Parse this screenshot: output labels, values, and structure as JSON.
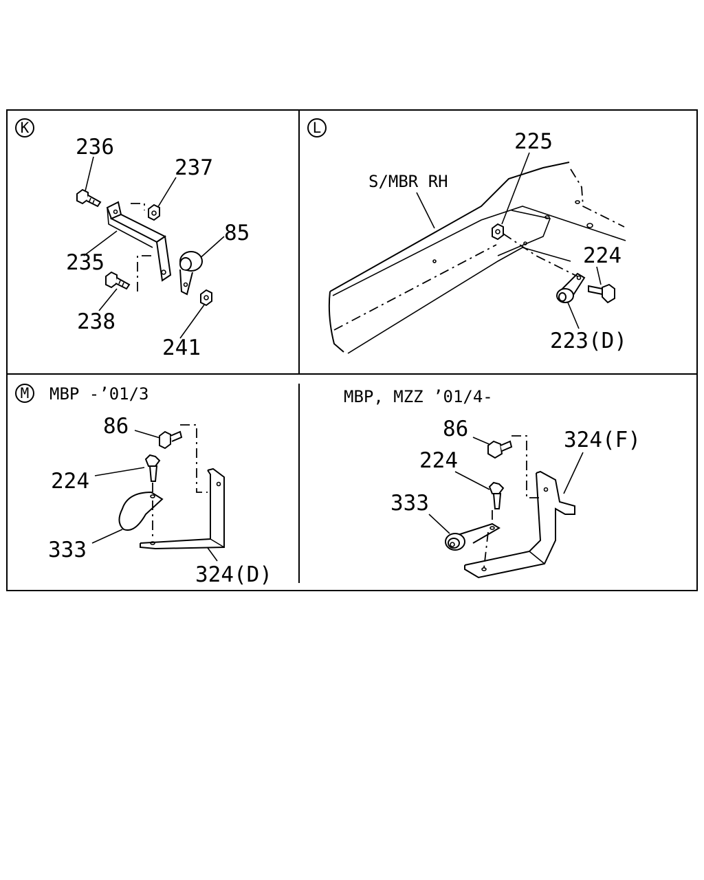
{
  "panels": {
    "k": {
      "letter": "K",
      "callouts": {
        "c236": "236",
        "c237": "237",
        "c85": "85",
        "c235": "235",
        "c238": "238",
        "c241": "241"
      }
    },
    "l": {
      "letter": "L",
      "frame_label": "S/MBR RH",
      "callouts": {
        "c225": "225",
        "c224": "224",
        "c223": "223(D)"
      }
    },
    "m": {
      "letter": "M",
      "left": {
        "caption": "MBP -’01/3",
        "callouts": {
          "c86": "86",
          "c224": "224",
          "c333": "333",
          "c324": "324(D)"
        }
      },
      "right": {
        "caption": "MBP, MZZ ’01/4-",
        "callouts": {
          "c86": "86",
          "c224": "224",
          "c333": "333",
          "c324": "324(F)"
        }
      }
    }
  }
}
